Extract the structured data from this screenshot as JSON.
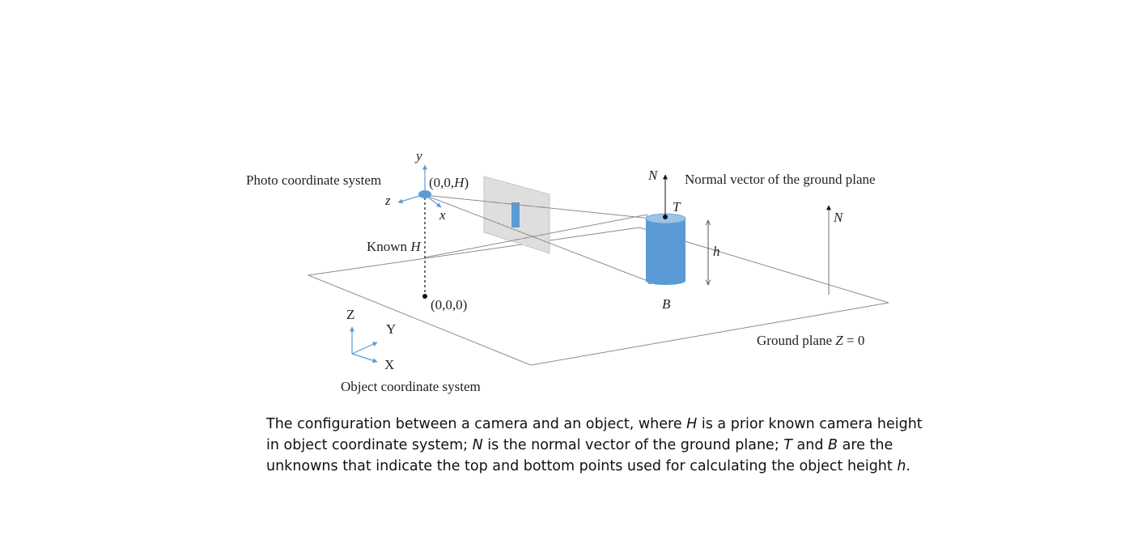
{
  "diagram": {
    "photo_system_label": "Photo coordinate system",
    "camera_origin_label": "(0,0,H)",
    "photo_axis_y": "y",
    "photo_axis_z": "z",
    "photo_axis_x": "x",
    "known_height_label": "Known H",
    "ground_origin_label": "(0,0,0)",
    "object_system_label": "Object coordinate system",
    "world_axis_Z": "Z",
    "world_axis_Y": "Y",
    "world_axis_X": "X",
    "normal_symbol": "N",
    "normal_label": "Normal vector of the ground plane",
    "top_point": "T",
    "bottom_point": "B",
    "height_symbol": "h",
    "ground_normal_symbol": "N",
    "ground_plane_label": "Ground plane Z = 0"
  },
  "caption": {
    "line1_a": "The configuration between a camera and an object, where ",
    "line1_H": "H",
    "line1_b": " is a prior known camera height",
    "line2_a": "in object coordinate system; ",
    "line2_N": "N",
    "line2_b": " is the normal vector of the ground plane; ",
    "line2_T": "T",
    "line2_c": " and ",
    "line2_B": "B",
    "line2_d": " are the",
    "line3_a": "unknowns that indicate the top and bottom points used for calculating the object height ",
    "line3_h": "h",
    "line3_b": "."
  },
  "colors": {
    "object_blue": "#5b9bd5",
    "object_top": "#9dc3e6",
    "axis_blue": "#5b9bd5",
    "line_gray": "#8c8c8c"
  }
}
